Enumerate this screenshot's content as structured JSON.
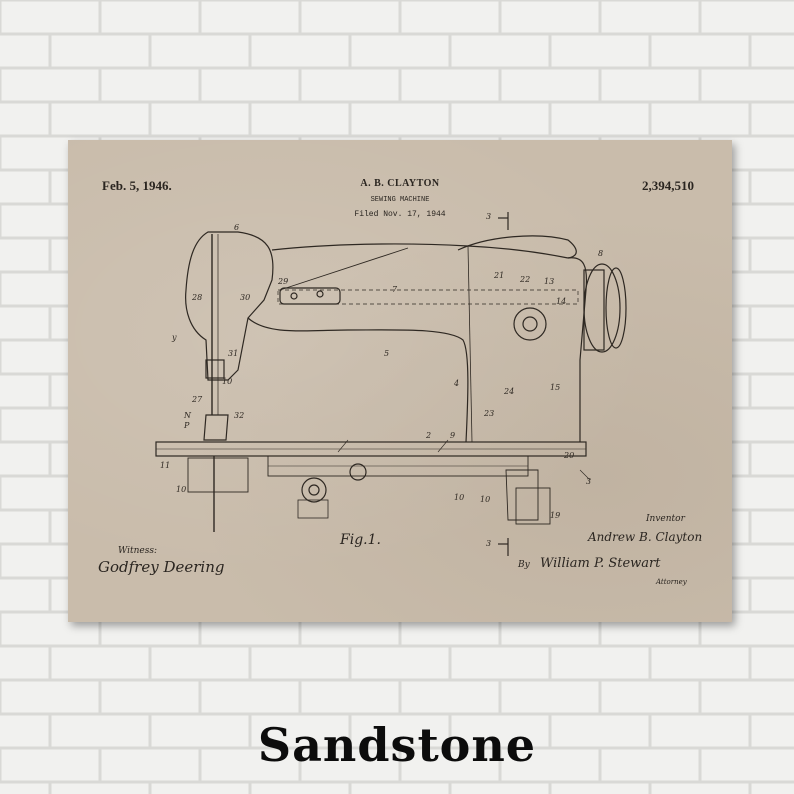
{
  "patent": {
    "date": "Feb. 5, 1946.",
    "inventor_name": "A. B. CLAYTON",
    "title": "SEWING MACHINE",
    "filed": "Filed Nov. 17, 1944",
    "number": "2,394,510"
  },
  "annotations": {
    "figure": "Fig.1.",
    "witness_label": "Witness:",
    "witness_signature": "Godfrey Deering",
    "inventor_label": "Inventor",
    "inventor_signature": "Andrew B. Clayton",
    "by_label": "By",
    "attorney_signature": "William P. Stewart",
    "attorney_label": "Attorney"
  },
  "caption": "Sandstone",
  "colors": {
    "wall": "#f1f1ef",
    "mortar": "#d9d9d6",
    "poster": "#c9bcab",
    "ink": "#2a2520",
    "caption_text": "#0c0c0c"
  }
}
